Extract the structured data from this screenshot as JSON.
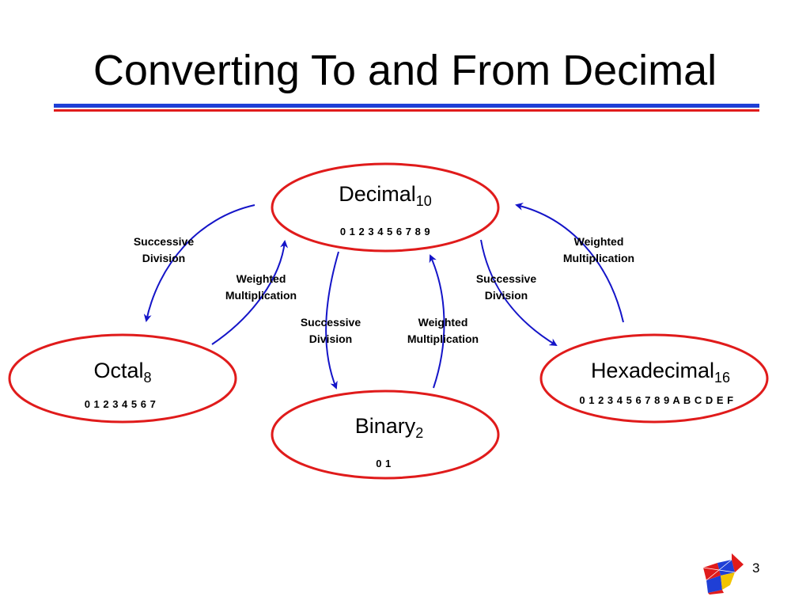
{
  "slide": {
    "title": "Converting To and From Decimal",
    "page_number": "3"
  },
  "colors": {
    "node_border": "#e01b1b",
    "arrow": "#1414c8",
    "rule_blue": "#1f3fd6",
    "rule_red": "#e01b1b"
  },
  "nodes": {
    "decimal": {
      "name": "Decimal",
      "base": "10",
      "digits": "0 1 2 3 4 5 6 7 8 9"
    },
    "octal": {
      "name": "Octal",
      "base": "8",
      "digits": "0 1 2 3 4 5 6 7"
    },
    "binary": {
      "name": "Binary",
      "base": "2",
      "digits": "0 1"
    },
    "hexadecimal": {
      "name": "Hexadecimal",
      "base": "16",
      "digits": "0 1 2 3 4 5 6 7 8 9 A B C D E F"
    }
  },
  "edges": {
    "decimal_to_octal": {
      "line1": "Successive",
      "line2": "Division"
    },
    "octal_to_decimal": {
      "line1": "Weighted",
      "line2": "Multiplication"
    },
    "decimal_to_binary": {
      "line1": "Successive",
      "line2": "Division"
    },
    "binary_to_decimal": {
      "line1": "Weighted",
      "line2": "Multiplication"
    },
    "decimal_to_hex": {
      "line1": "Successive",
      "line2": "Division"
    },
    "hex_to_decimal": {
      "line1": "Weighted",
      "line2": "Multiplication"
    }
  },
  "icons": {
    "logo": "arrow-logo-icon"
  }
}
